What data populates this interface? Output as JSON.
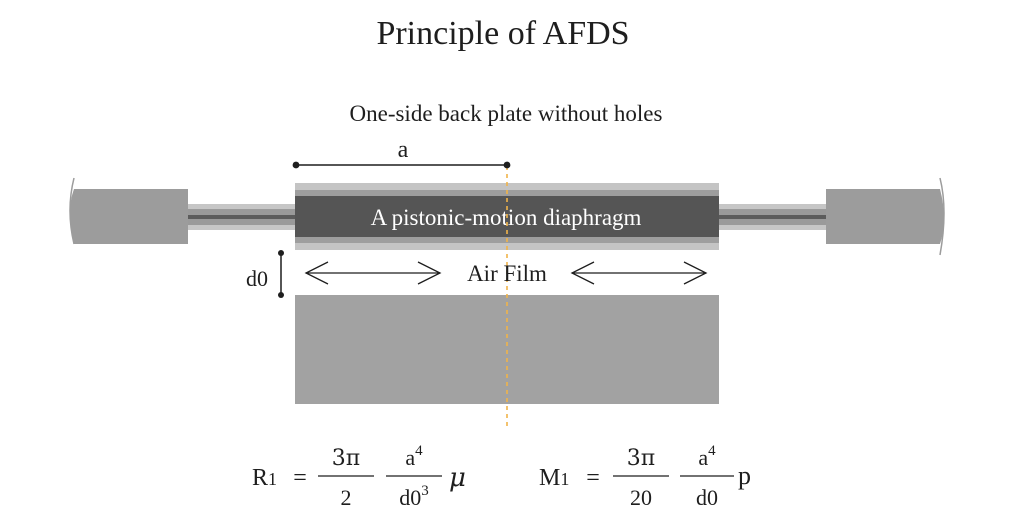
{
  "title": "Principle of AFDS",
  "subtitle": "One-side back plate without holes",
  "labels": {
    "a": "a",
    "diaphragm": "A pistonic-motion diaphragm",
    "air_film": "Air Film",
    "d0": "d0"
  },
  "formulas": {
    "r1": {
      "lhs_letter": "R",
      "lhs_sub": "1",
      "eq": "=",
      "num1": "3π",
      "den1": "2",
      "num2_base": "a",
      "num2_exp": "4",
      "den2_base": "d0",
      "den2_exp": "3",
      "factor": "μ"
    },
    "m1": {
      "lhs_letter": "M",
      "lhs_sub": "1",
      "eq": "=",
      "num1": "3π",
      "den1": "20",
      "num2_base": "a",
      "num2_exp": "4",
      "den2_base": "d0",
      "factor": "p"
    }
  },
  "colors": {
    "diaphragm": "#555555",
    "diaphragm_border": "#c4c4c4",
    "back_plate": "#a2a2a2",
    "clamp": "#9c9c9c",
    "rail_light": "#c6c6c6",
    "rail_mid": "#9a9a9a",
    "rail_dark": "#5c5c5c",
    "center_line": "#f0b44a",
    "ink": "#1e1e1e"
  }
}
